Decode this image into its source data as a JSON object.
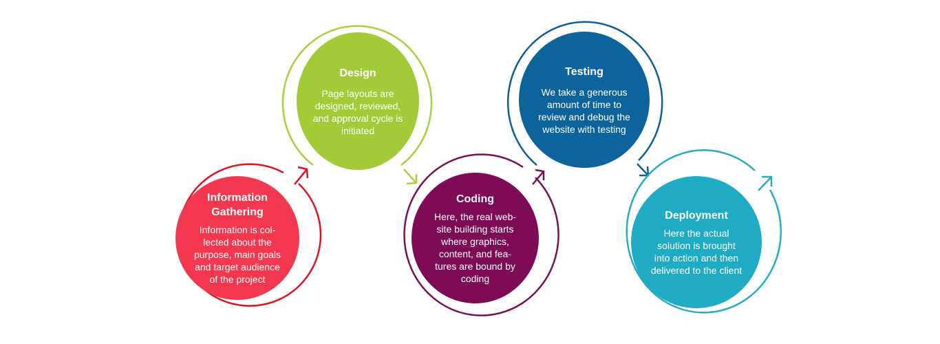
{
  "steps": [
    {
      "title": "Information Gathering",
      "description": "Information is col-lected about the purpose, main goals and target audience of the project",
      "color": "#f2374f",
      "ring_color": "#e0101f"
    },
    {
      "title": "Design",
      "description": "Page layouts are designed, reviewed, and approval cycle is initiated",
      "color": "#a2cb37",
      "ring_color": "#a7d13b"
    },
    {
      "title": "Coding",
      "description": "Here, the real web-site building starts where graphics, content, and fea-tures are bound by coding",
      "color": "#7e0c55",
      "ring_color": "#7a0f50"
    },
    {
      "title": "Testing",
      "description": "We take a generous amount of time to review and debug the website with testing",
      "color": "#0d649c",
      "ring_color": "#0d5e93"
    },
    {
      "title": "Deployment",
      "description": "Here the actual solution is brought into action and then delivered to the client",
      "color": "#1eabc3",
      "ring_color": "#25acc2"
    }
  ]
}
